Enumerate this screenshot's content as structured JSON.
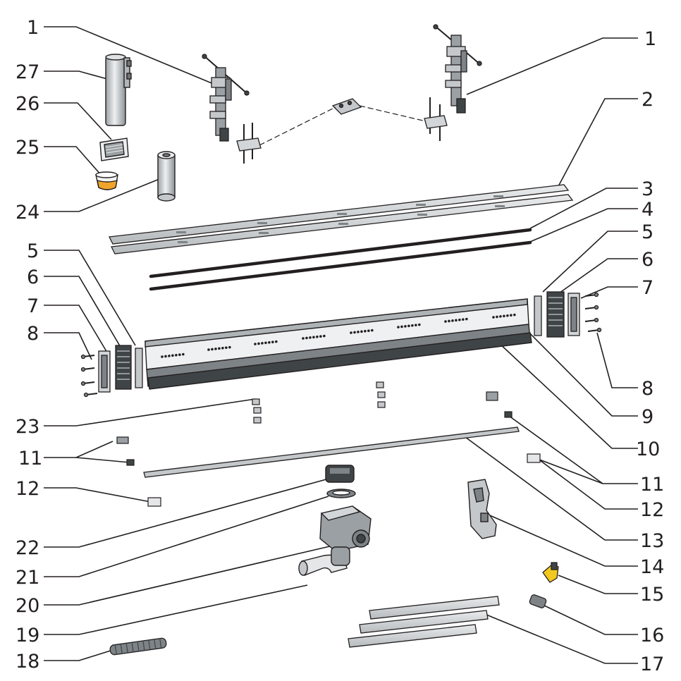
{
  "callouts": {
    "c1_left": "1",
    "c27": "27",
    "c26": "26",
    "c25": "25",
    "c24": "24",
    "c1_right": "1",
    "c2": "2",
    "c3": "3",
    "c4": "4",
    "c5_right": "5",
    "c6_right": "6",
    "c7_right": "7",
    "c5_left": "5",
    "c6_left": "6",
    "c7_left": "7",
    "c8_left": "8",
    "c8_right": "8",
    "c9": "9",
    "c10": "10",
    "c23": "23",
    "c11_left": "11",
    "c11_right": "11",
    "c12_left": "12",
    "c12_right": "12",
    "c22": "22",
    "c13": "13",
    "c21": "21",
    "c14": "14",
    "c20": "20",
    "c15": "15",
    "c16": "16",
    "c19": "19",
    "c17": "17",
    "c18": "18"
  },
  "colors": {
    "line": "#231f20",
    "light_grey": "#e4e6e7",
    "mid_grey": "#c4c8ca",
    "dark_grey": "#7d8386",
    "charcoal": "#3f4446",
    "amber": "#f0a52a",
    "yellow": "#f2c81e"
  }
}
